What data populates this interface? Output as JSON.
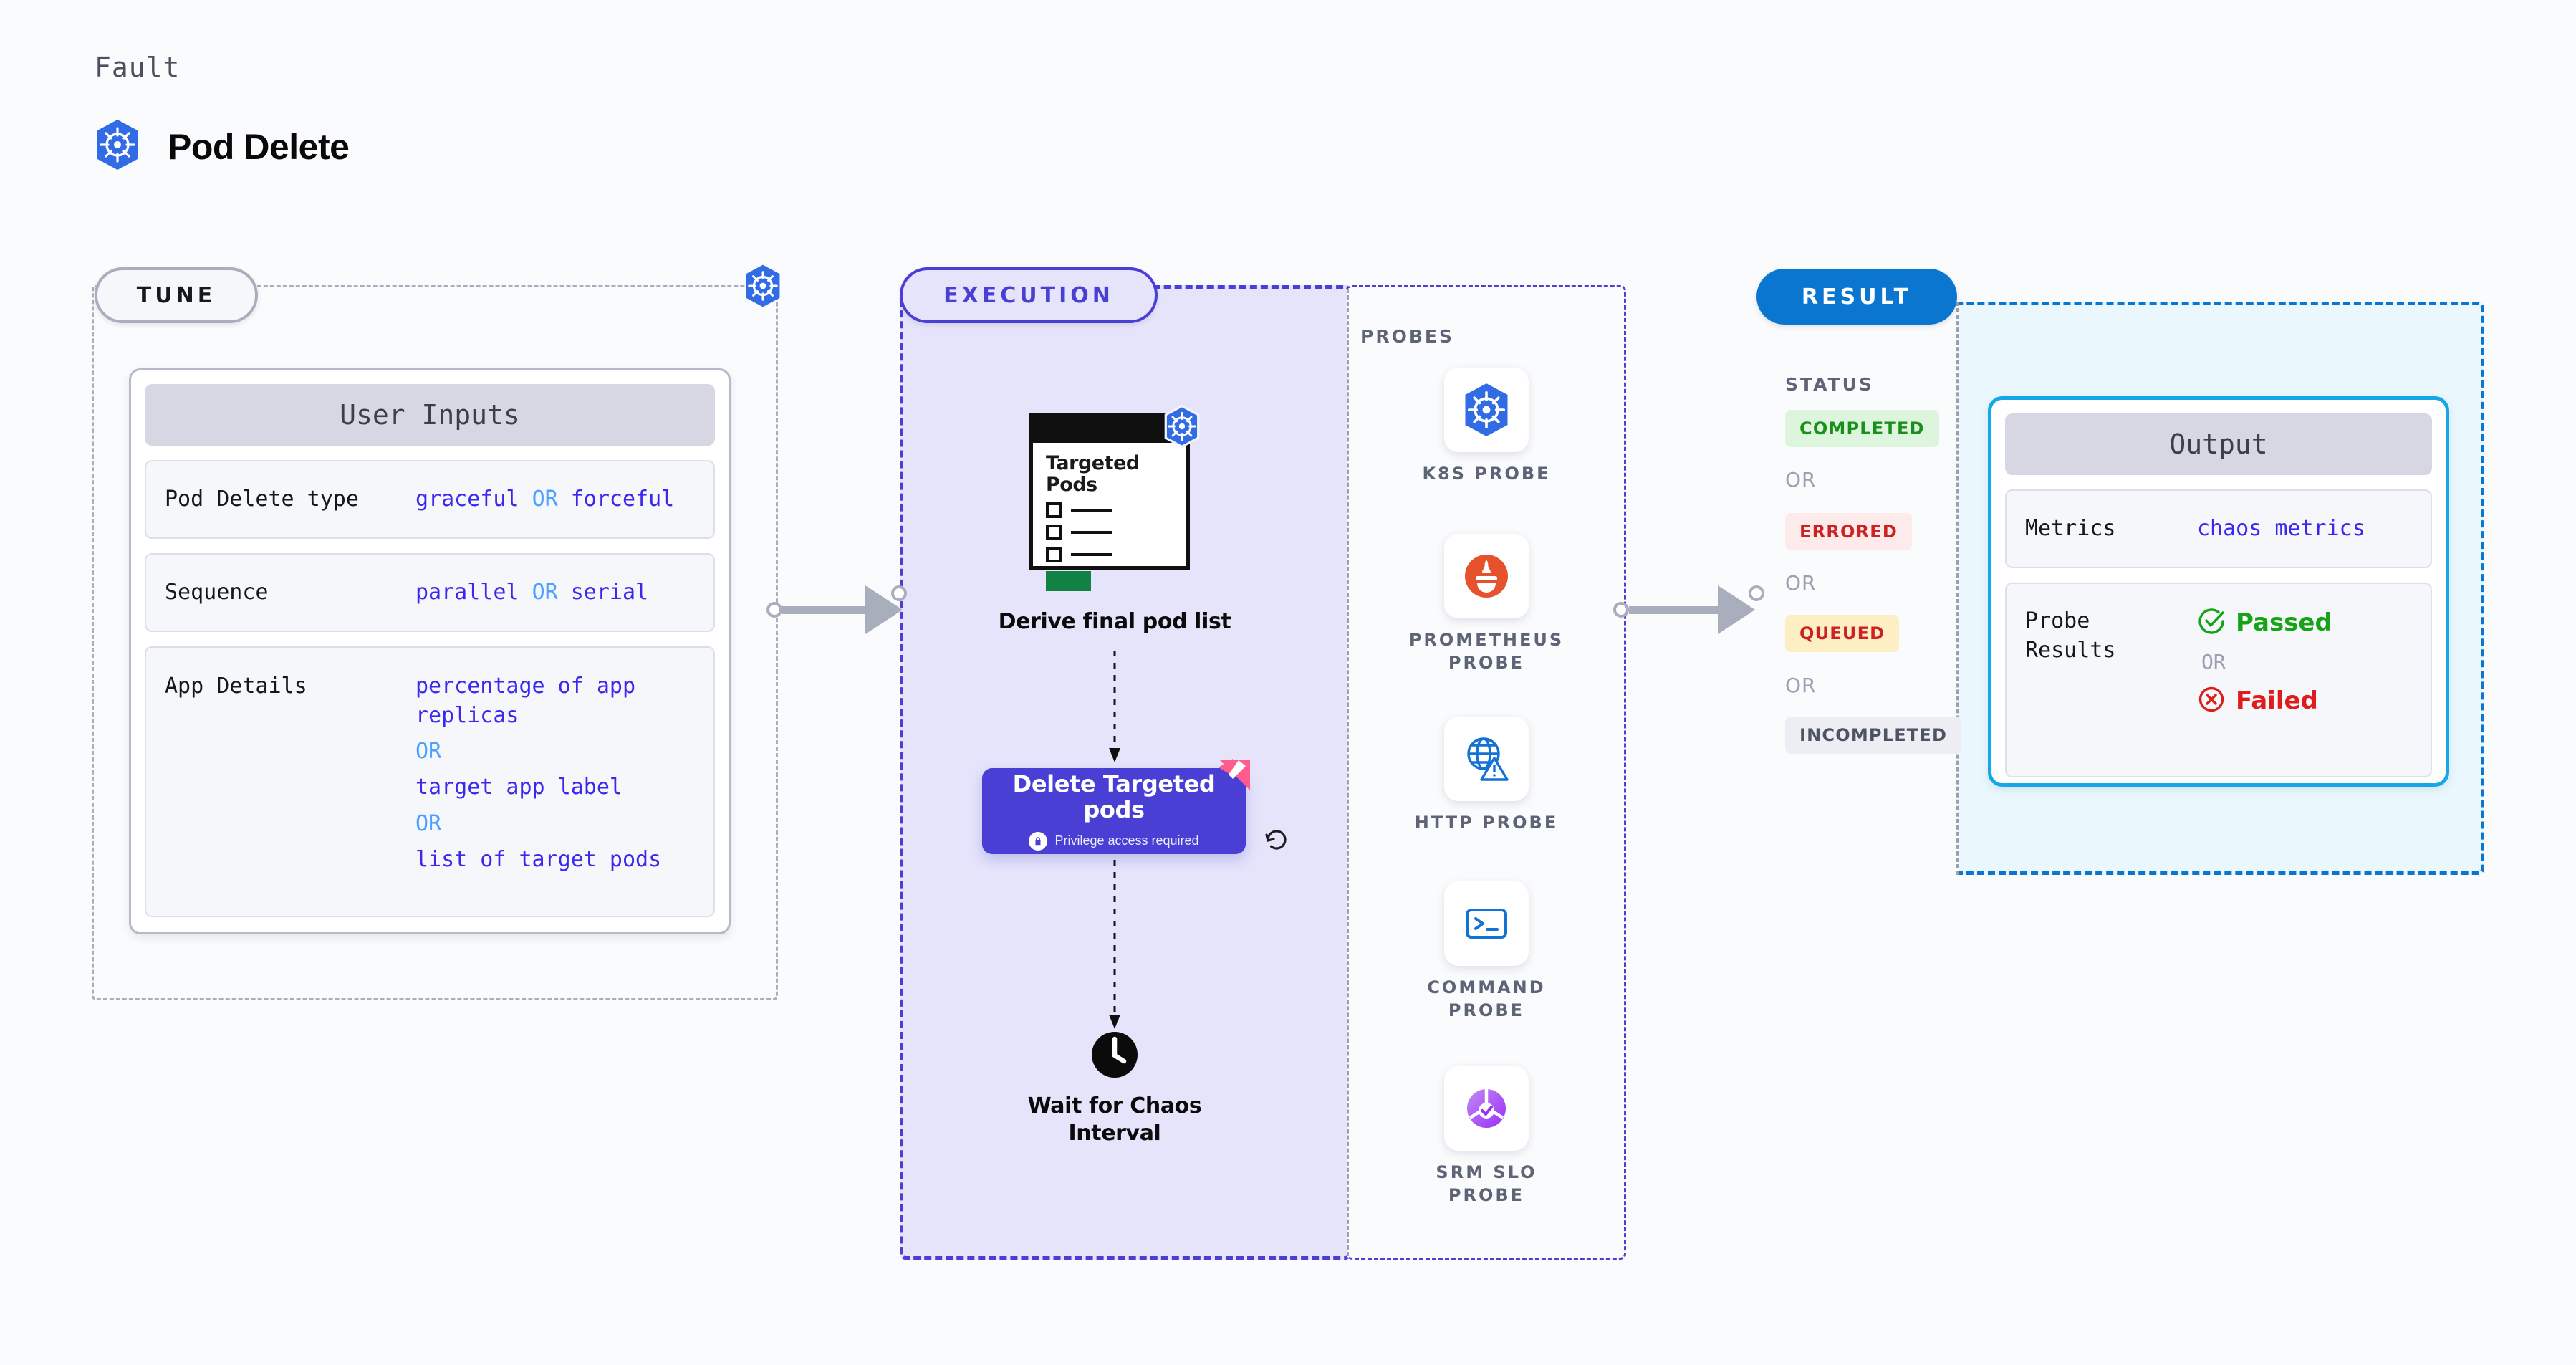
{
  "header": {
    "eyebrow": "Fault",
    "title": "Pod Delete",
    "icon": "kubernetes-icon"
  },
  "sections": {
    "tune": {
      "pill_label": "TUNE"
    },
    "execution": {
      "pill_label": "EXECUTION"
    },
    "probes": {
      "title": "PROBES"
    },
    "result": {
      "pill_label": "RESULT"
    }
  },
  "user_inputs": {
    "card_title": "User Inputs",
    "rows": [
      {
        "key": "Pod Delete type",
        "value_a": "graceful",
        "or": "OR",
        "value_b": "forceful"
      },
      {
        "key": "Sequence",
        "value_a": "parallel",
        "or": "OR",
        "value_b": "serial"
      }
    ],
    "app_details": {
      "key": "App Details",
      "options": [
        "percentage of app replicas",
        "target app label",
        "list of target pods"
      ],
      "or": "OR"
    }
  },
  "execution": {
    "pods_card": {
      "title_line1": "Targeted",
      "title_line2": "Pods"
    },
    "derive_caption": "Derive final pod list",
    "delete_node": {
      "title_line1": "Delete Targeted",
      "title_line2": "pods",
      "privilege_note": "Privilege access required",
      "lock_icon": "lock-icon",
      "brand_icon": "harness-logo-icon",
      "retry_icon": "retry-loop-icon"
    },
    "wait_node": {
      "caption_line1": "Wait for Chaos",
      "caption_line2": "Interval",
      "icon": "clock-icon"
    }
  },
  "probes": [
    {
      "label": "K8S PROBE",
      "icon": "kubernetes-icon"
    },
    {
      "label": "PROMETHEUS\nPROBE",
      "icon": "prometheus-icon"
    },
    {
      "label": "HTTP PROBE",
      "icon": "globe-warning-icon"
    },
    {
      "label": "COMMAND\nPROBE",
      "icon": "terminal-icon"
    },
    {
      "label": "SRM SLO\nPROBE",
      "icon": "slo-gauge-icon"
    }
  ],
  "result": {
    "status_title": "STATUS",
    "or": "OR",
    "statuses": [
      {
        "label": "COMPLETED",
        "state": "completed"
      },
      {
        "label": "ERRORED",
        "state": "errored"
      },
      {
        "label": "QUEUED",
        "state": "queued"
      },
      {
        "label": "INCOMPLETED",
        "state": "incompleted"
      }
    ],
    "output": {
      "card_title": "Output",
      "metrics": {
        "key": "Metrics",
        "value": "chaos metrics"
      },
      "probe_results": {
        "key": "Probe Results",
        "passed": "Passed",
        "or": "OR",
        "failed": "Failed",
        "passed_icon": "check-circle-icon",
        "failed_icon": "x-circle-icon"
      }
    }
  },
  "colors": {
    "accent_purple": "#4a3fd4",
    "accent_blue": "#0b76d0",
    "output_border": "#16a7e8",
    "value_text": "#3a28ed",
    "or_text": "#4da0ff",
    "pass_green": "#17a317",
    "fail_red": "#e01b1b",
    "harness_pink": "#ff5c8d",
    "k8s_blue": "#326ce5",
    "prometheus_orange": "#e6522c",
    "canvas": "#fafbfd",
    "exec_fill": "#e5e4fb",
    "result_fill": "#eaf8fe"
  }
}
